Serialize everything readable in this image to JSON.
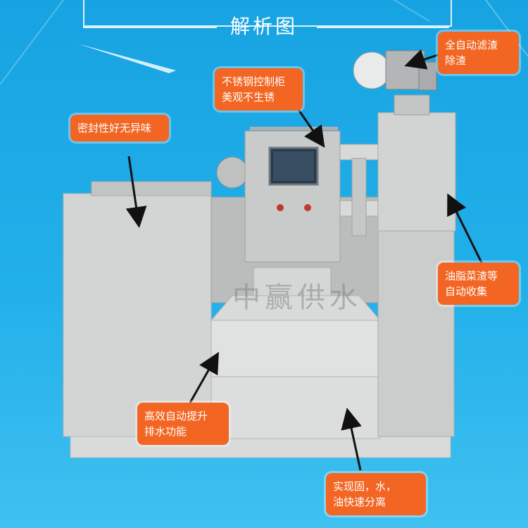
{
  "title": "解析图",
  "watermark": "中赢供水",
  "callouts": [
    {
      "id": "auto-filter",
      "lines": [
        "全自动滤渣",
        "除渣"
      ]
    },
    {
      "id": "stainless-control",
      "lines": [
        "不锈钢控制柜",
        "美观不生锈"
      ]
    },
    {
      "id": "sealing",
      "lines": [
        "密封性好无异味"
      ]
    },
    {
      "id": "oil-collect",
      "lines": [
        "油脂菜渣等",
        "自动收集"
      ]
    },
    {
      "id": "auto-lift",
      "lines": [
        "高效自动提升",
        "排水功能"
      ]
    },
    {
      "id": "separation",
      "lines": [
        "实现固，水，",
        "油快速分离"
      ]
    }
  ],
  "colors": {
    "background": "#1ea9e6",
    "callout": "#f26522",
    "machine": "#cfd0d0"
  }
}
